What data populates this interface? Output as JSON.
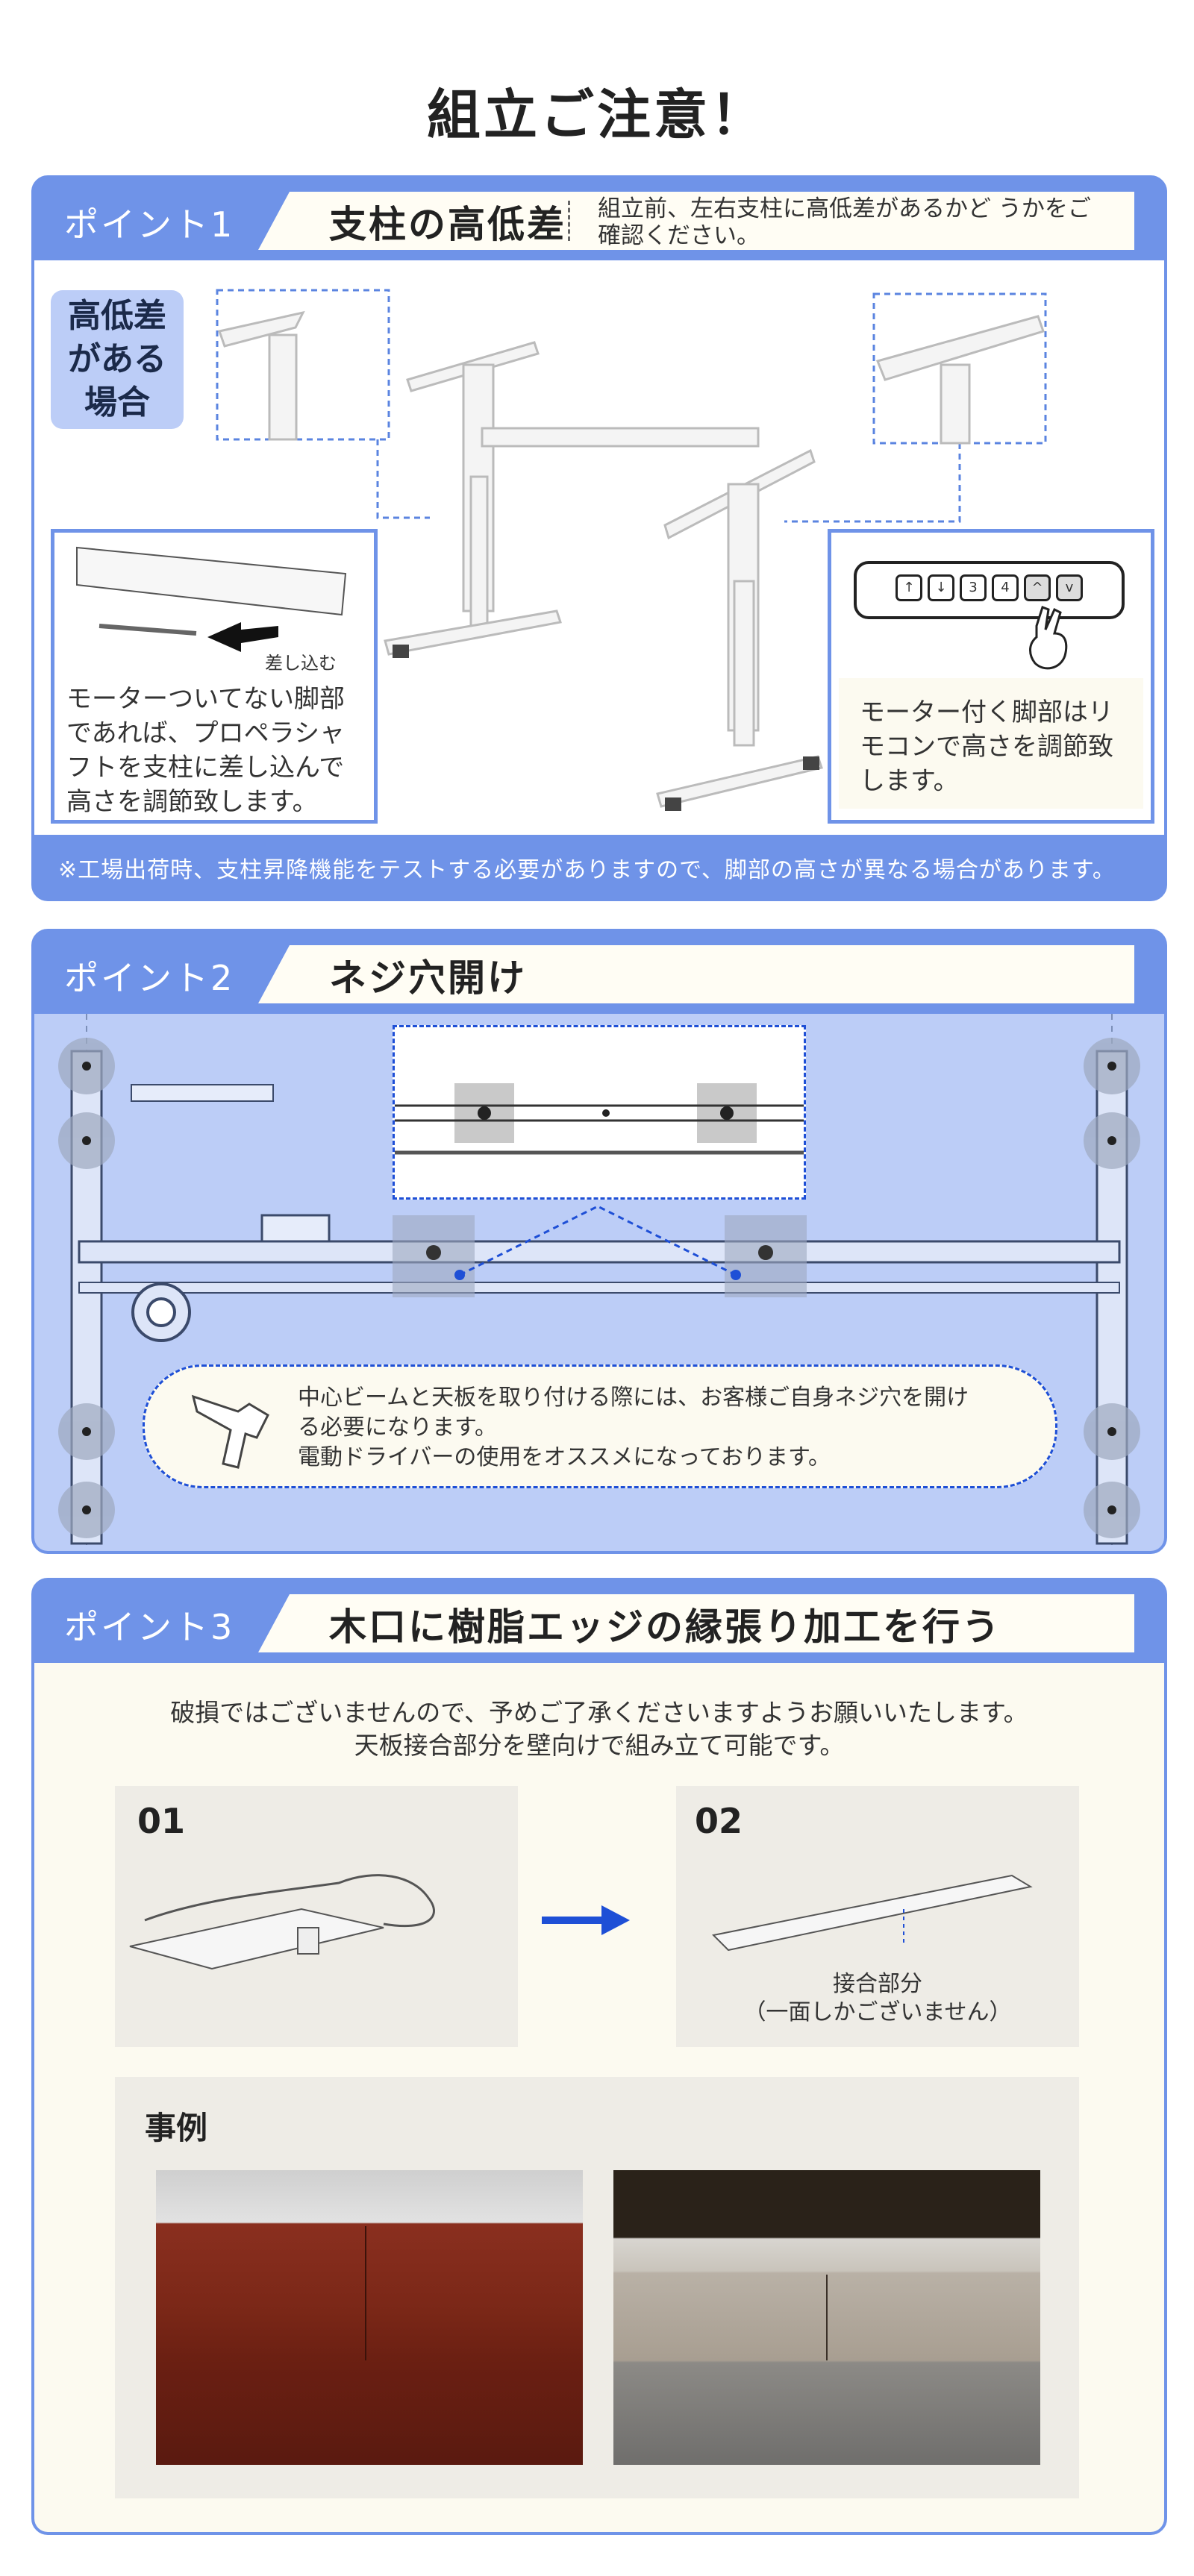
{
  "title": "組立ご注意！",
  "point1": {
    "label": "ポイント1",
    "heading": "支柱の高低差",
    "description": "組立前、左右支柱に高低差があるかど うかをご確認ください。",
    "badge": "高低差がある場合",
    "badge_lines": [
      "高低差",
      "がある",
      "場合"
    ],
    "insert_label": "差し込む",
    "left_caption": "モーターついてない脚部であれば、プロペラシャフトを支柱に差し込んで高さを調節致します。",
    "right_caption": "モーター付く脚部はリモコンで高さを調節致します。",
    "remote_buttons": [
      "↑",
      "↓",
      "3",
      "4",
      "^",
      "v"
    ],
    "footer_note": "※工場出荷時、支柱昇降機能をテストする必要がありますので、脚部の高さが異なる場合があります。"
  },
  "point2": {
    "label": "ポイント2",
    "heading": "ネジ穴開け",
    "note_lines": [
      "中心ビームと天板を取り付ける際には、お客様ご自身ネジ穴を開け",
      "る必要になります。",
      "電動ドライバーの使用をオススメになっております。"
    ]
  },
  "point3": {
    "label": "ポイント3",
    "heading": "木口に樹脂エッジの縁張り加工を行う",
    "intro_lines": [
      "破損ではございませんので、予めご了承くださいますようお願いいたします。",
      "天板接合部分を壁向けで組み立て可能です。"
    ],
    "step1": "01",
    "step2": "02",
    "joint_label": "接合部分",
    "joint_sub": "（一面しかございません）",
    "example_title": "事例"
  },
  "colors": {
    "accent": "#6f93e8",
    "cream": "#fcfaf0",
    "light_blue": "#bccdf7",
    "dark_dot": "#1e4fd6"
  }
}
